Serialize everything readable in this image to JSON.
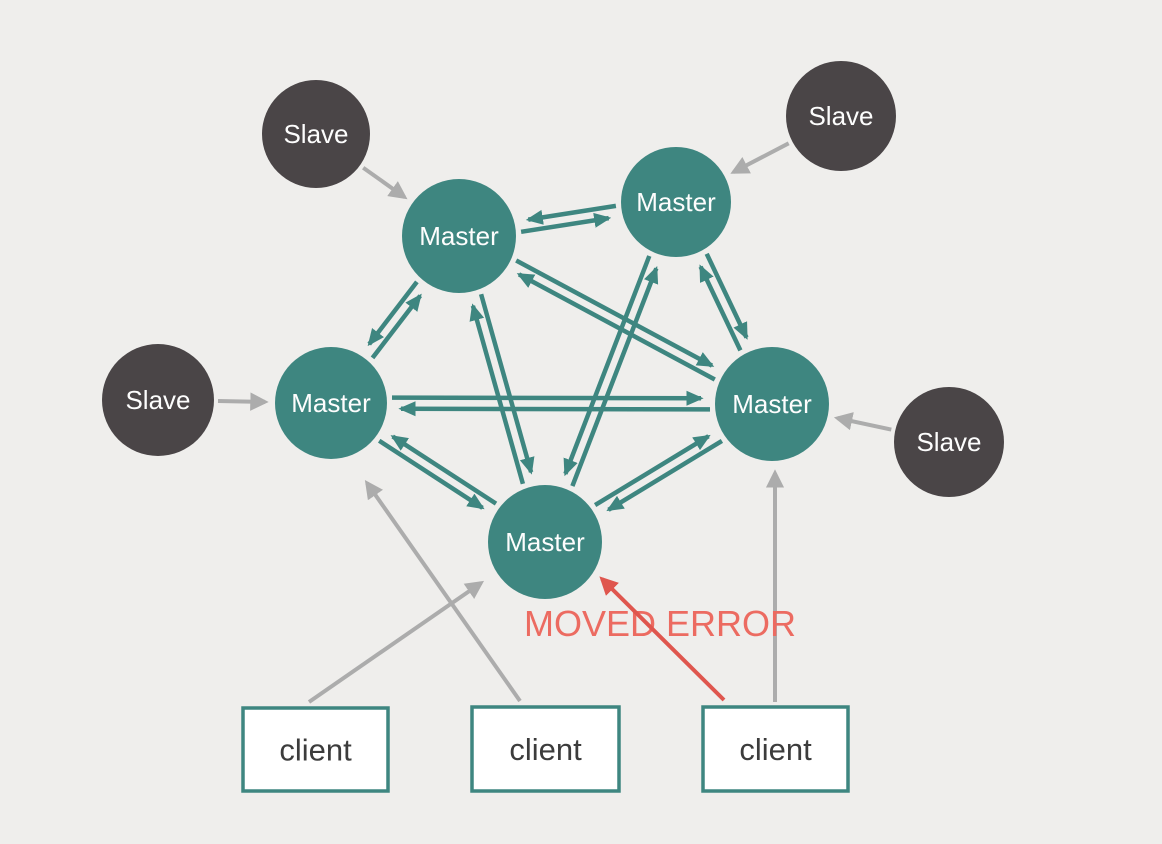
{
  "diagram": {
    "nodes": {
      "masters": [
        {
          "label": "Master"
        },
        {
          "label": "Master"
        },
        {
          "label": "Master"
        },
        {
          "label": "Master"
        },
        {
          "label": "Master"
        }
      ],
      "slaves": [
        {
          "label": "Slave"
        },
        {
          "label": "Slave"
        },
        {
          "label": "Slave"
        },
        {
          "label": "Slave"
        }
      ],
      "clients": [
        {
          "label": "client"
        },
        {
          "label": "client"
        },
        {
          "label": "client"
        }
      ]
    },
    "annotations": {
      "moved_error": "MOVED ERROR"
    },
    "colors": {
      "background": "#EFEEEC",
      "master_fill": "#3E8680",
      "slave_fill": "#4A4547",
      "node_text": "#FDFDFD",
      "client_fill": "#FFFFFF",
      "client_border": "#3E8680",
      "client_text": "#3C3C3C",
      "mesh_arrow": "#3E8680",
      "gray_arrow": "#ACACAC",
      "error_arrow": "#DF564E",
      "error_text": "#EC6B61"
    }
  }
}
